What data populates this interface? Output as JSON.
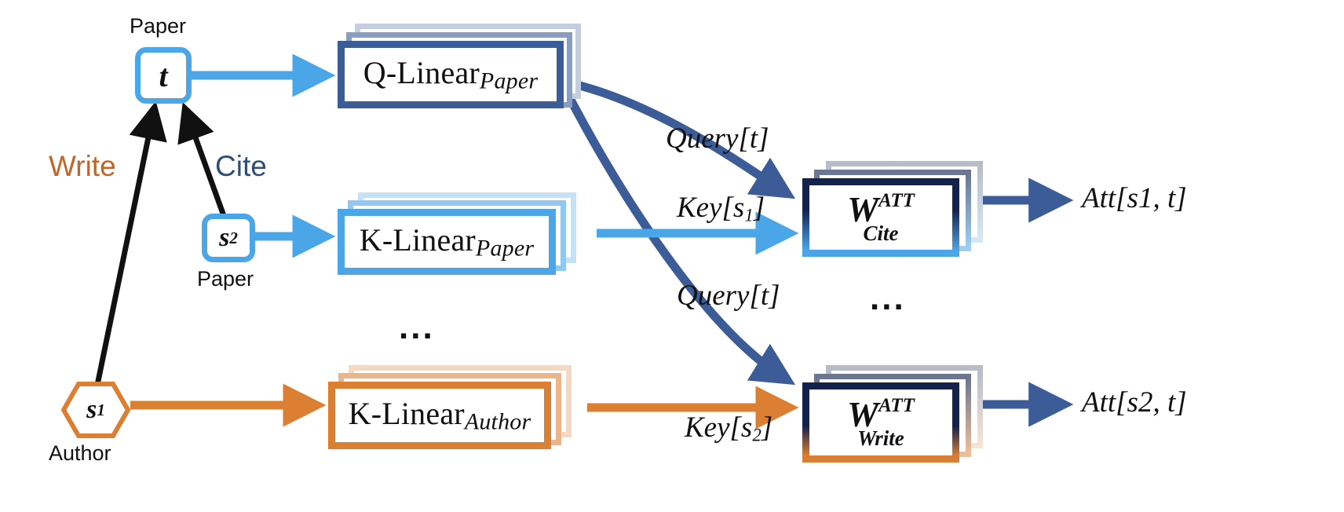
{
  "figure": {
    "title": "Heterogeneous attention computation diagram",
    "background": "#ffffff"
  },
  "colors": {
    "paper_blue": "#4BA6E8",
    "navy": "#3B5C96",
    "navy_dark": "#12224C",
    "orange": "#DB7F33",
    "cite_label": "#2E5077",
    "write_label": "#C0662B",
    "black": "#111111"
  },
  "nodes": [
    {
      "id": "t",
      "label": "t",
      "caption": "Paper",
      "shape": "rounded-rect",
      "color": "#4BA6E8"
    },
    {
      "id": "s2",
      "label": "s",
      "label_sub": "2",
      "caption": "Paper",
      "shape": "rounded-rect",
      "color": "#4BA6E8"
    },
    {
      "id": "s1",
      "label": "s",
      "label_sub": "1",
      "caption": "Author",
      "shape": "hexagon",
      "color": "#DB7F33"
    }
  ],
  "relations": [
    {
      "id": "write",
      "label": "Write",
      "color": "#C0662B"
    },
    {
      "id": "cite",
      "label": "Cite",
      "color": "#2E5077"
    }
  ],
  "linear_boxes": [
    {
      "id": "q-linear-paper",
      "text": "Q-Linear",
      "subscript": "Paper",
      "color": "#3B5C96",
      "stack_layers": 3
    },
    {
      "id": "k-linear-paper",
      "text": "K-Linear",
      "subscript": "Paper",
      "color": "#4BA6E8",
      "stack_layers": 3
    },
    {
      "id": "k-linear-author",
      "text": "K-Linear",
      "subscript": "Author",
      "color": "#DB7F33",
      "stack_layers": 3
    }
  ],
  "attention_boxes": [
    {
      "id": "w-att-cite",
      "symbol": "W",
      "superscript": "ATT",
      "subscript": "Cite",
      "gradient_from": "#12224C",
      "gradient_to": "#4BA6E8",
      "stack_layers": 3
    },
    {
      "id": "w-att-write",
      "symbol": "W",
      "superscript": "ATT",
      "subscript": "Write",
      "gradient_from": "#12224C",
      "gradient_to": "#DB7F33",
      "stack_layers": 3
    }
  ],
  "edge_labels": [
    {
      "id": "query-t-cite",
      "text": "Query[t]",
      "base": "Query[t]"
    },
    {
      "id": "key-s1",
      "base": "Key[s",
      "sub": "1",
      "tail": "]"
    },
    {
      "id": "query-t-write",
      "text": "Query[t]",
      "base": "Query[t]"
    },
    {
      "id": "key-s2",
      "base": "Key[s",
      "sub": "2",
      "tail": "]"
    }
  ],
  "outputs": [
    {
      "id": "att-s1-t",
      "text": "Att[s1, t]"
    },
    {
      "id": "att-s2-t",
      "text": "Att[s2, t]"
    }
  ],
  "ellipses": [
    {
      "id": "ellipsis-left",
      "text": "..."
    },
    {
      "id": "ellipsis-right",
      "text": "..."
    }
  ]
}
